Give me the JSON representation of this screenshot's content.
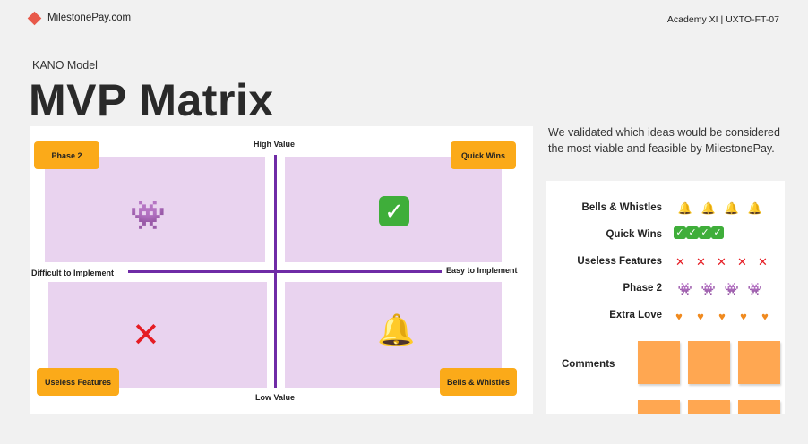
{
  "header": {
    "brand": "MilestonePay.com",
    "course": "Academy XI | UXTO-FT-07"
  },
  "eyebrow": "KANO Model",
  "title": "MVP Matrix",
  "description": "We validated which ideas would be considered the most viable and feasible by MilestonePay.",
  "matrix": {
    "axis_top": "High Value",
    "axis_bottom": "Low Value",
    "axis_left": "Difficult to Implement",
    "axis_right": "Easy to Implement",
    "quadrants": {
      "top_left": {
        "tag": "Phase 2",
        "icon": "alien-monster-icon",
        "glyph": "👾"
      },
      "top_right": {
        "tag": "Quick Wins",
        "icon": "check-mark-icon",
        "glyph": "✓"
      },
      "bottom_left": {
        "tag": "Useless Features",
        "icon": "cross-mark-icon",
        "glyph": "✕"
      },
      "bottom_right": {
        "tag": "Bells & Whistles",
        "icon": "bell-icon",
        "glyph": "🔔"
      }
    }
  },
  "legend": {
    "rows": [
      {
        "label": "Bells & Whistles",
        "icon": "bell-icon",
        "glyph": "🔔",
        "count": 4
      },
      {
        "label": "Quick Wins",
        "icon": "check-mark-icon",
        "glyph": "✓",
        "count": 4
      },
      {
        "label": "Useless Features",
        "icon": "cross-mark-icon",
        "glyph": "✕",
        "count": 5
      },
      {
        "label": "Phase 2",
        "icon": "alien-monster-icon",
        "glyph": "👾",
        "count": 4
      },
      {
        "label": "Extra Love",
        "icon": "heart-icon",
        "glyph": "♥",
        "count": 5
      }
    ],
    "comments_label": "Comments"
  },
  "colors": {
    "accent": "#fbaa19",
    "quadrant": "#e9d3ef",
    "axis": "#6f2ba6",
    "sticky": "#ffa751",
    "logo": "#e8594a"
  }
}
